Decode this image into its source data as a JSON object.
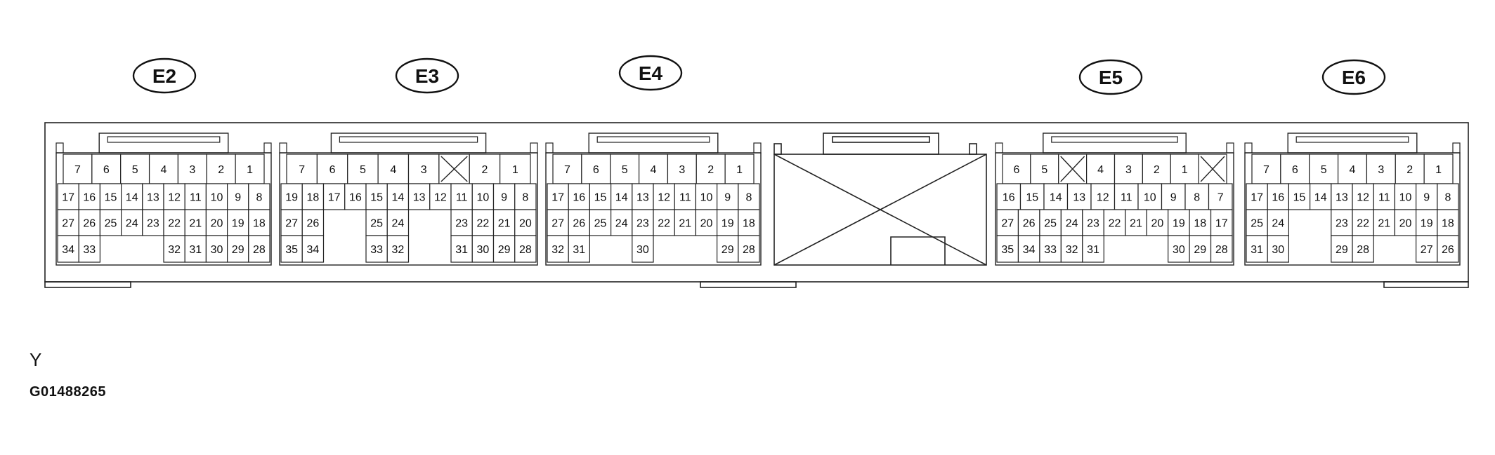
{
  "diagram": {
    "caption_letter": "Y",
    "figure_code": "G01488265",
    "connectors": [
      {
        "id": "E2",
        "label": "E2",
        "rows": [
          [
            "7",
            "6",
            "5",
            "4",
            "3",
            "2",
            "1"
          ],
          [
            "17",
            "16",
            "15",
            "14",
            "13",
            "12",
            "11",
            "10",
            "9",
            "8"
          ],
          [
            "27",
            "26",
            "25",
            "24",
            "23",
            "22",
            "21",
            "20",
            "19",
            "18"
          ],
          [
            "34",
            "33",
            "",
            "",
            "",
            "32",
            "31",
            "30",
            "29",
            "28"
          ]
        ]
      },
      {
        "id": "E3",
        "label": "E3",
        "rows": [
          [
            "7",
            "6",
            "5",
            "4",
            "3",
            "X",
            "2",
            "1"
          ],
          [
            "19",
            "18",
            "17",
            "16",
            "15",
            "14",
            "13",
            "12",
            "11",
            "10",
            "9",
            "8"
          ],
          [
            "27",
            "26",
            "",
            "",
            "25",
            "24",
            "",
            "",
            "23",
            "22",
            "21",
            "20"
          ],
          [
            "35",
            "34",
            "",
            "",
            "33",
            "32",
            "",
            "",
            "31",
            "30",
            "29",
            "28"
          ]
        ]
      },
      {
        "id": "E4",
        "label": "E4",
        "rows": [
          [
            "7",
            "6",
            "5",
            "4",
            "3",
            "2",
            "1"
          ],
          [
            "17",
            "16",
            "15",
            "14",
            "13",
            "12",
            "11",
            "10",
            "9",
            "8"
          ],
          [
            "27",
            "26",
            "25",
            "24",
            "23",
            "22",
            "21",
            "20",
            "19",
            "18"
          ],
          [
            "32",
            "31",
            "",
            "",
            "30",
            "",
            "",
            "",
            "29",
            "28"
          ]
        ]
      },
      {
        "id": "E5",
        "label": "E5",
        "rows": [
          [
            "6",
            "5",
            "X",
            "4",
            "3",
            "2",
            "1",
            "X"
          ],
          [
            "16",
            "15",
            "14",
            "13",
            "12",
            "11",
            "10",
            "9",
            "8",
            "7"
          ],
          [
            "27",
            "26",
            "25",
            "24",
            "23",
            "22",
            "21",
            "20",
            "19",
            "18",
            "17"
          ],
          [
            "35",
            "34",
            "33",
            "32",
            "31",
            "",
            "",
            "",
            "30",
            "29",
            "28"
          ]
        ]
      },
      {
        "id": "E6",
        "label": "E6",
        "rows": [
          [
            "7",
            "6",
            "5",
            "4",
            "3",
            "2",
            "1"
          ],
          [
            "17",
            "16",
            "15",
            "14",
            "13",
            "12",
            "11",
            "10",
            "9",
            "8"
          ],
          [
            "25",
            "24",
            "",
            "",
            "23",
            "22",
            "21",
            "20",
            "19",
            "18"
          ],
          [
            "31",
            "30",
            "",
            "",
            "29",
            "28",
            "",
            "",
            "27",
            "26"
          ]
        ]
      }
    ]
  }
}
